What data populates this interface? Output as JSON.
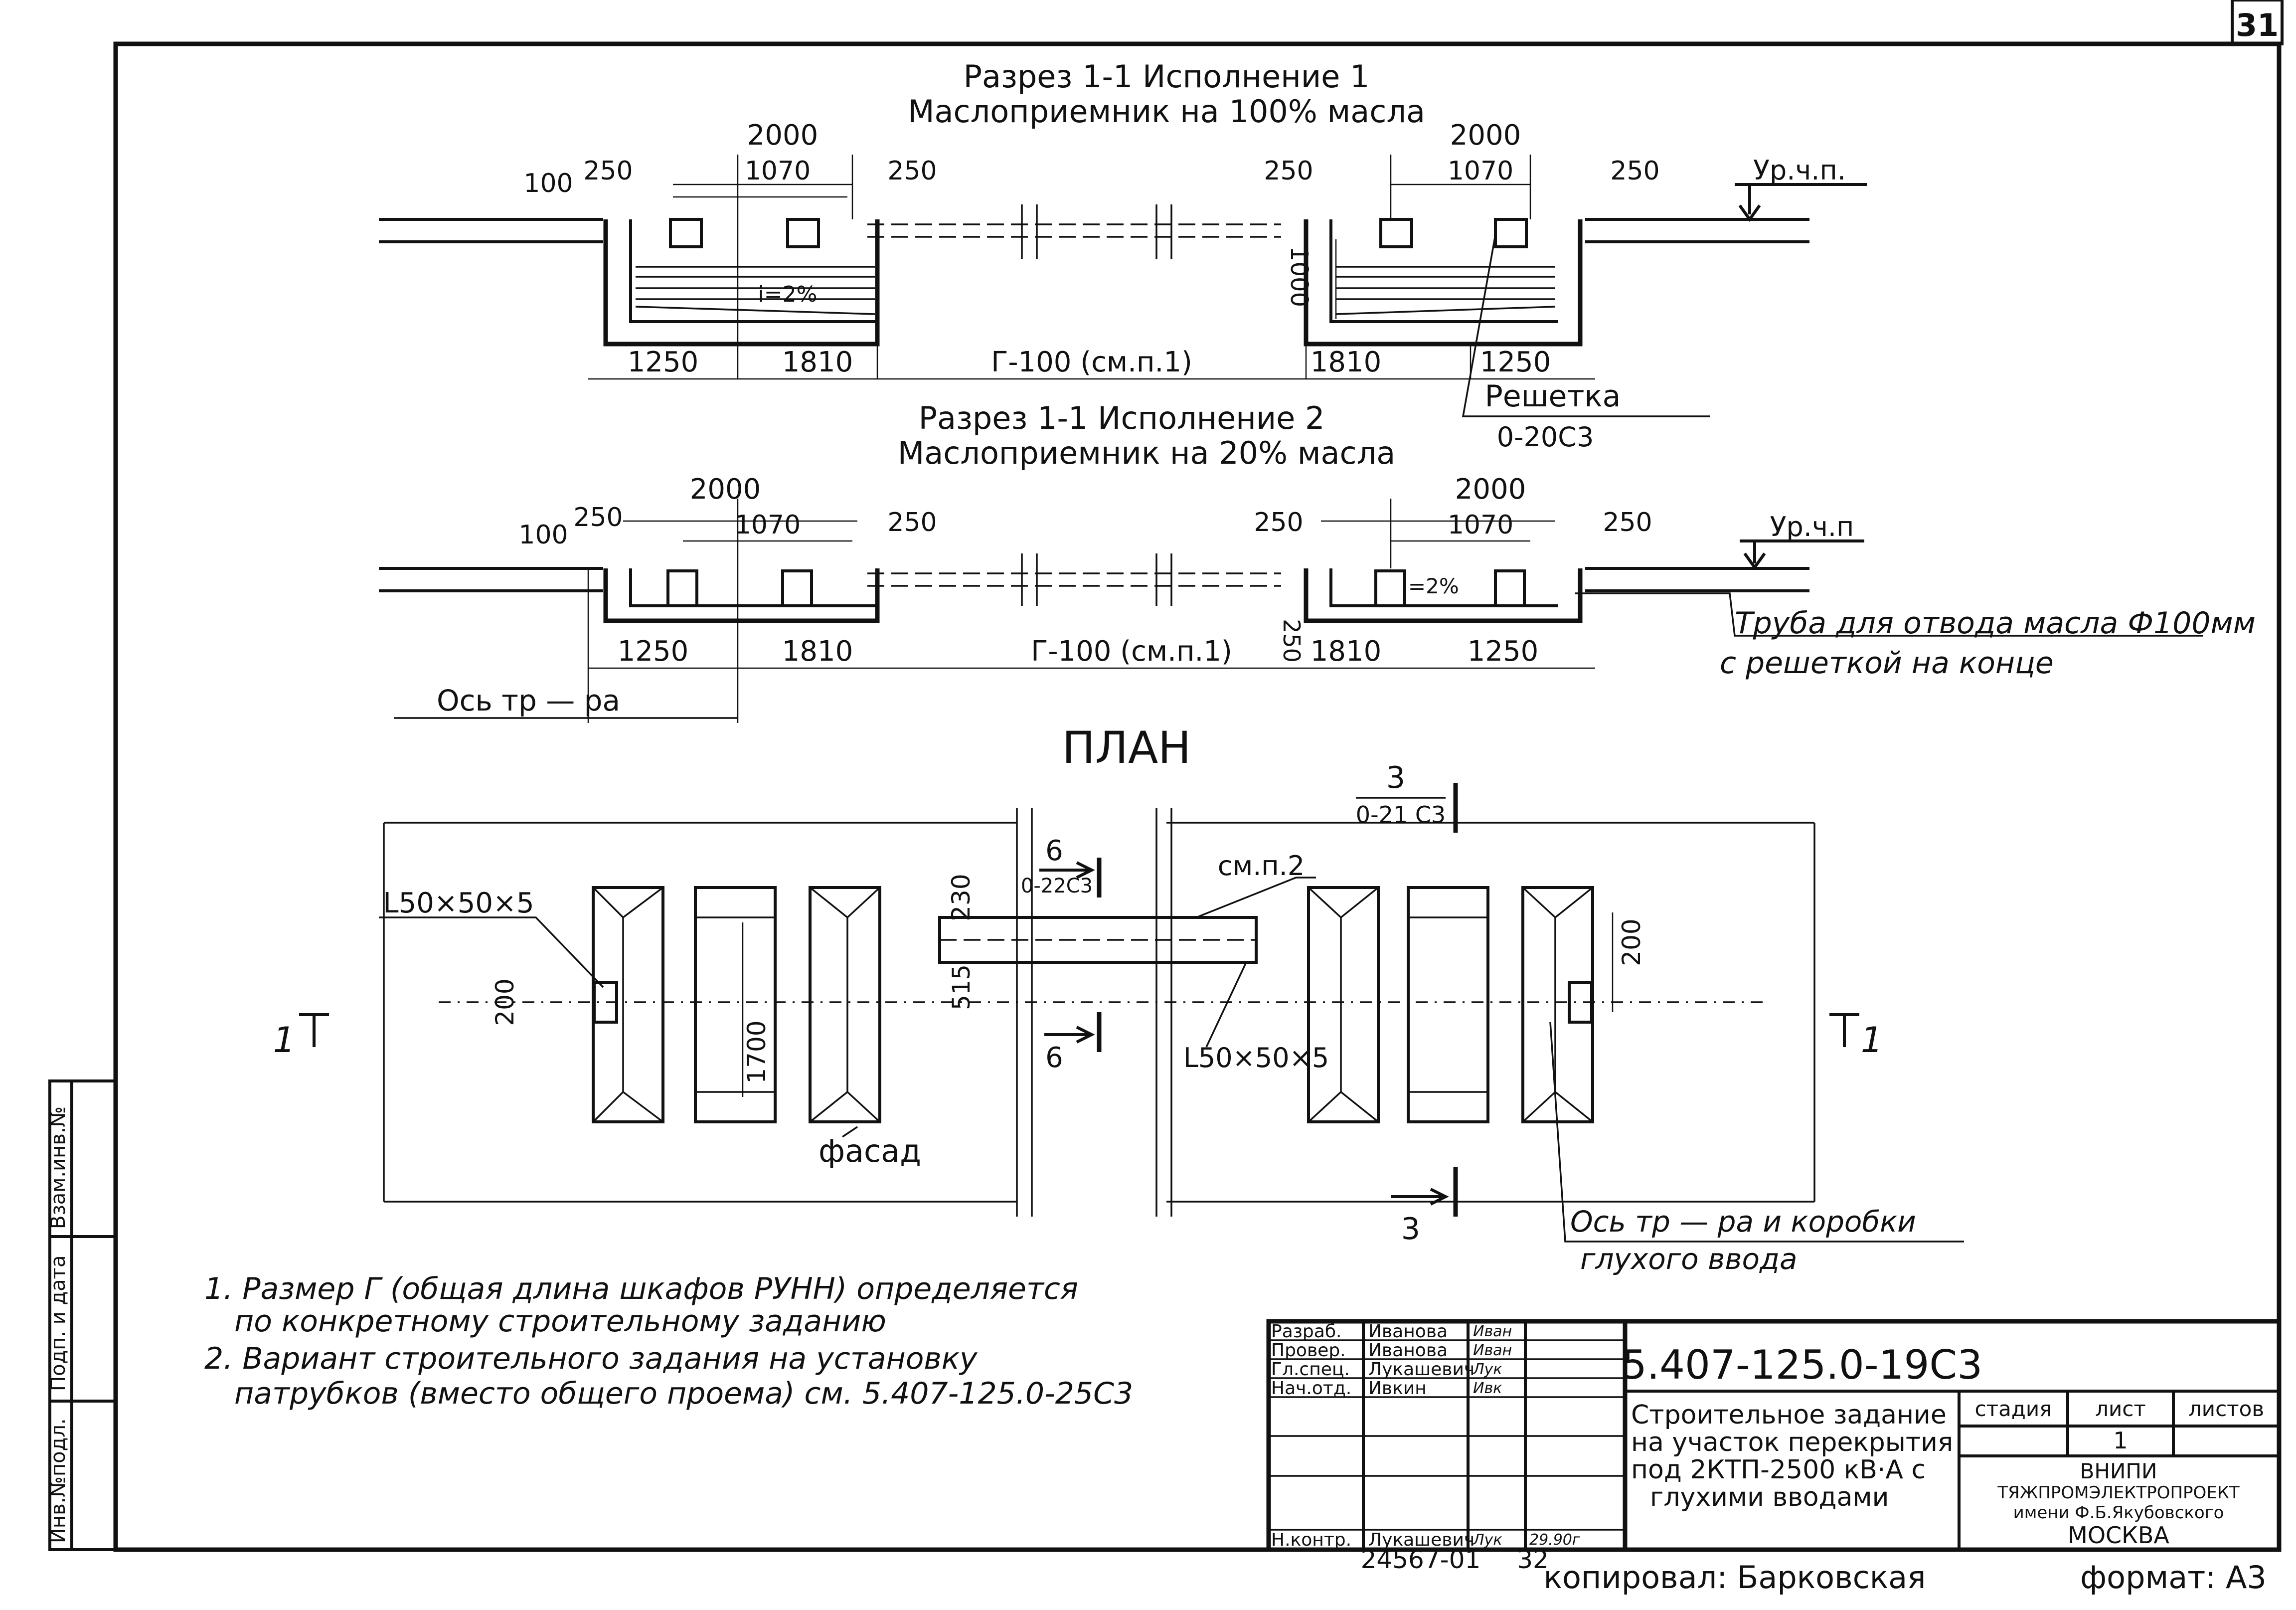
{
  "sheet_number": "31",
  "section1": {
    "title_line1": "Разрез 1-1 Исполнение 1",
    "title_line2": "Маслоприемник на 100% масла",
    "dim_2000": "2000",
    "dim_1070": "1070",
    "dim_250": "250",
    "dim_100": "100",
    "dim_1000": "1000",
    "dim_1250": "1250",
    "dim_1810": "1810",
    "dim_g": "Г-100 (см.п.1)",
    "slope": "i=2%",
    "level": "Ур.ч.п.",
    "grate_label": "Решетка",
    "grate_ref": "0-20С3"
  },
  "section2": {
    "title_line1": "Разрез 1-1 Исполнение 2",
    "title_line2": "Маслоприемник на 20% масла",
    "dim_2000": "2000",
    "dim_1070": "1070",
    "dim_250": "250",
    "dim_100": "100",
    "dim_1250": "1250",
    "dim_1810": "1810",
    "dim_g": "Г-100 (см.п.1)",
    "slope": "i=2%",
    "level": "Ур.ч.п",
    "pipe_note_line1": "Труба для отвода масла Ф100мм",
    "pipe_note_line2": "с решеткой на конце",
    "axis_label": "Ось тр — ра"
  },
  "plan": {
    "title": "ПЛАН",
    "angle_label": "L50×50×5",
    "dim_200": "200",
    "dim_1700": "1700",
    "dim_230": "230",
    "dim_515": "515",
    "facade": "фасад",
    "ref_see": "см.п.2",
    "cut_1": "1",
    "cut_3": "3",
    "cut_3_ref": "0-21 С3",
    "cut_6": "6",
    "cut_6_ref": "0-22С3",
    "axis_label_line1": "Ось тр — ра и коробки",
    "axis_label_line2": "глухого ввода"
  },
  "notes": [
    "1. Размер Г (общая длина шкафов РУНН) определяется",
    "по конкретному строительному заданию",
    "2. Вариант строительного задания на установку",
    "патрубков (вместо общего проема) см. 5.407-125.0-25С3"
  ],
  "side_stamp": [
    "Инв.№подл.",
    "Подп. и дата",
    "Взам.инв.№"
  ],
  "title_block": {
    "code": "5.407-125.0-19С3",
    "rows": [
      {
        "role": "Разраб.",
        "name": "Иванова",
        "sign": "Иван"
      },
      {
        "role": "Провер.",
        "name": "Иванова",
        "sign": "Иван"
      },
      {
        "role": "Гл.спец.",
        "name": "Лукашевич",
        "sign": "Лук"
      },
      {
        "role": "Нач.отд.",
        "name": "Ивкин",
        "sign": "Ивк"
      },
      {
        "role": "Н.контр.",
        "name": "Лукашевич",
        "sign": "Лук"
      }
    ],
    "date": "29.90г",
    "description": [
      "Строительное задание",
      "на участок перекрытия",
      "под 2КТП-2500 кВ·А с",
      "глухими вводами"
    ],
    "stage_header": "стадия",
    "sheet_header": "лист",
    "sheets_header": "листов",
    "sheet_value": "1",
    "org": [
      "ВНИПИ",
      "ТЯЖПРОМЭЛЕКТРОПРОЕКТ",
      "имени Ф.Б.Якубовского",
      "МОСКВА"
    ]
  },
  "footer": {
    "inventory": "24567-01",
    "page": "32",
    "copied": "копировал: Барковская",
    "format": "формат: А3"
  }
}
